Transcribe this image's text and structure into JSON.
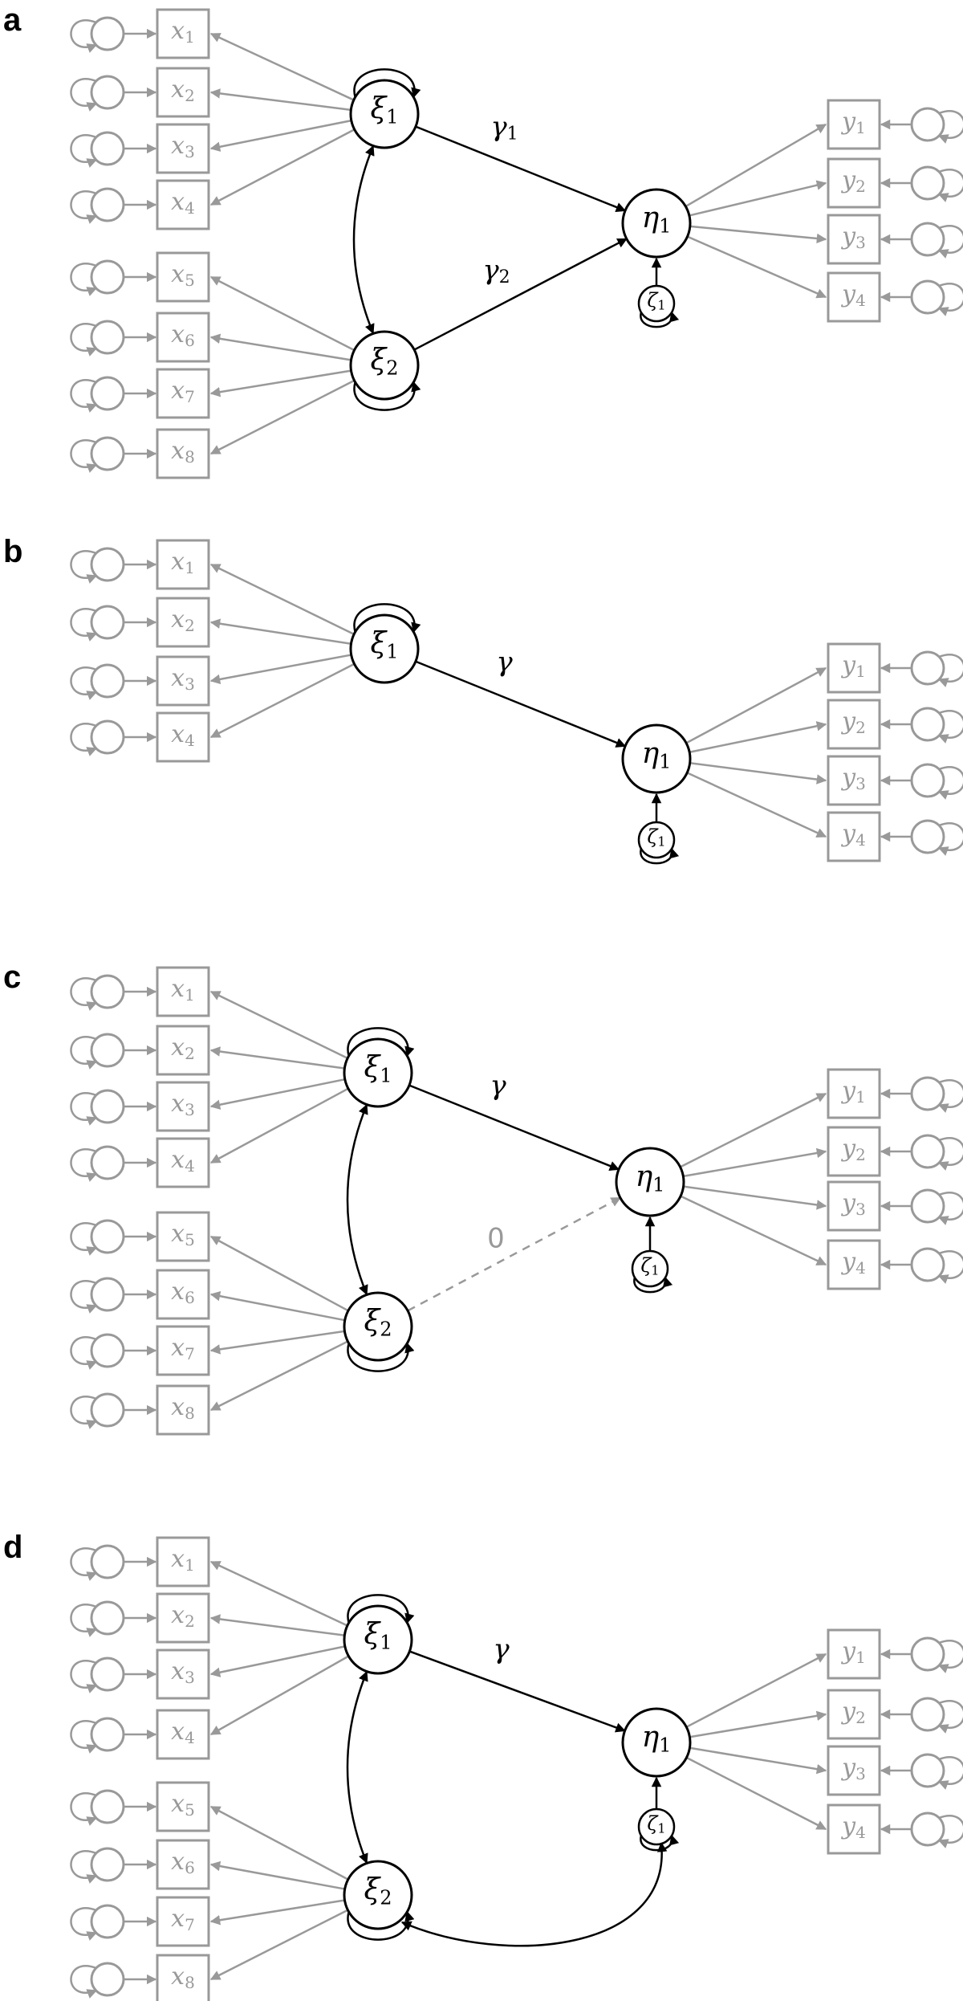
{
  "panels": [
    {
      "label": "a",
      "x_indicators": [
        {
          "sym": "x",
          "sub": "1"
        },
        {
          "sym": "x",
          "sub": "2"
        },
        {
          "sym": "x",
          "sub": "3"
        },
        {
          "sym": "x",
          "sub": "4"
        },
        {
          "sym": "x",
          "sub": "5"
        },
        {
          "sym": "x",
          "sub": "6"
        },
        {
          "sym": "x",
          "sub": "7"
        },
        {
          "sym": "x",
          "sub": "8"
        }
      ],
      "y_indicators": [
        {
          "sym": "y",
          "sub": "1"
        },
        {
          "sym": "y",
          "sub": "2"
        },
        {
          "sym": "y",
          "sub": "3"
        },
        {
          "sym": "y",
          "sub": "4"
        }
      ],
      "latents": {
        "xi1": {
          "sym": "ξ",
          "sub": "1"
        },
        "xi2": {
          "sym": "ξ",
          "sub": "2"
        },
        "eta1": {
          "sym": "η",
          "sub": "1"
        },
        "zeta1": {
          "sym": "ζ",
          "sub": "1"
        }
      },
      "paths": {
        "xi1_eta": {
          "sym": "γ",
          "sub": "1"
        },
        "xi2_eta": {
          "sym": "γ",
          "sub": "2"
        }
      },
      "xi_covariance": true,
      "xi2_zeta_covariance": false
    },
    {
      "label": "b",
      "x_indicators": [
        {
          "sym": "x",
          "sub": "1"
        },
        {
          "sym": "x",
          "sub": "2"
        },
        {
          "sym": "x",
          "sub": "3"
        },
        {
          "sym": "x",
          "sub": "4"
        }
      ],
      "y_indicators": [
        {
          "sym": "y",
          "sub": "1"
        },
        {
          "sym": "y",
          "sub": "2"
        },
        {
          "sym": "y",
          "sub": "3"
        },
        {
          "sym": "y",
          "sub": "4"
        }
      ],
      "latents": {
        "xi1": {
          "sym": "ξ",
          "sub": "1"
        },
        "eta1": {
          "sym": "η",
          "sub": "1"
        },
        "zeta1": {
          "sym": "ζ",
          "sub": "1"
        }
      },
      "paths": {
        "xi1_eta": {
          "sym": "γ",
          "sub": ""
        }
      },
      "xi_covariance": false,
      "xi2_zeta_covariance": false
    },
    {
      "label": "c",
      "x_indicators": [
        {
          "sym": "x",
          "sub": "1"
        },
        {
          "sym": "x",
          "sub": "2"
        },
        {
          "sym": "x",
          "sub": "3"
        },
        {
          "sym": "x",
          "sub": "4"
        },
        {
          "sym": "x",
          "sub": "5"
        },
        {
          "sym": "x",
          "sub": "6"
        },
        {
          "sym": "x",
          "sub": "7"
        },
        {
          "sym": "x",
          "sub": "8"
        }
      ],
      "y_indicators": [
        {
          "sym": "y",
          "sub": "1"
        },
        {
          "sym": "y",
          "sub": "2"
        },
        {
          "sym": "y",
          "sub": "3"
        },
        {
          "sym": "y",
          "sub": "4"
        }
      ],
      "latents": {
        "xi1": {
          "sym": "ξ",
          "sub": "1"
        },
        "xi2": {
          "sym": "ξ",
          "sub": "2"
        },
        "eta1": {
          "sym": "η",
          "sub": "1"
        },
        "zeta1": {
          "sym": "ζ",
          "sub": "1"
        }
      },
      "paths": {
        "xi1_eta": {
          "sym": "γ",
          "sub": ""
        },
        "xi2_eta_fixed": "0"
      },
      "xi_covariance": true,
      "xi2_zeta_covariance": false
    },
    {
      "label": "d",
      "x_indicators": [
        {
          "sym": "x",
          "sub": "1"
        },
        {
          "sym": "x",
          "sub": "2"
        },
        {
          "sym": "x",
          "sub": "3"
        },
        {
          "sym": "x",
          "sub": "4"
        },
        {
          "sym": "x",
          "sub": "5"
        },
        {
          "sym": "x",
          "sub": "6"
        },
        {
          "sym": "x",
          "sub": "7"
        },
        {
          "sym": "x",
          "sub": "8"
        }
      ],
      "y_indicators": [
        {
          "sym": "y",
          "sub": "1"
        },
        {
          "sym": "y",
          "sub": "2"
        },
        {
          "sym": "y",
          "sub": "3"
        },
        {
          "sym": "y",
          "sub": "4"
        }
      ],
      "latents": {
        "xi1": {
          "sym": "ξ",
          "sub": "1"
        },
        "xi2": {
          "sym": "ξ",
          "sub": "2"
        },
        "eta1": {
          "sym": "η",
          "sub": "1"
        },
        "zeta1": {
          "sym": "ζ",
          "sub": "1"
        }
      },
      "paths": {
        "xi1_eta": {
          "sym": "γ",
          "sub": ""
        }
      },
      "xi_covariance": true,
      "xi2_zeta_covariance": true
    }
  ],
  "colors": {
    "measurement": "#999999",
    "structural": "#000000"
  }
}
